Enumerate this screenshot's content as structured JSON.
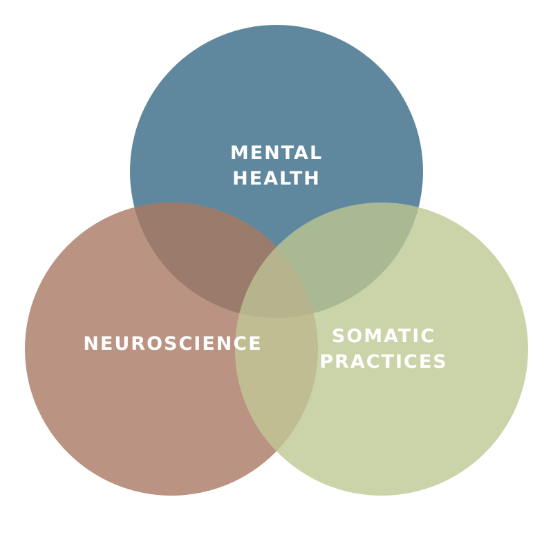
{
  "diagram": {
    "type": "venn",
    "sets": [
      {
        "id": "mental",
        "lines": [
          "MENTAL",
          "HEALTH"
        ],
        "color": "#5f879d"
      },
      {
        "id": "neuro",
        "lines": [
          "NEUROSCIENCE"
        ],
        "color": "#bb9382"
      },
      {
        "id": "somatic",
        "lines": [
          "SOMATIC",
          "PRACTICES"
        ],
        "color": "#cbd3a8"
      }
    ],
    "overlap_colors": {
      "mental_neuro": "#9b7c6c",
      "mental_somatic": "#a9b994",
      "neuro_somatic": "#c0bd92",
      "all": "#b6b48c"
    }
  }
}
